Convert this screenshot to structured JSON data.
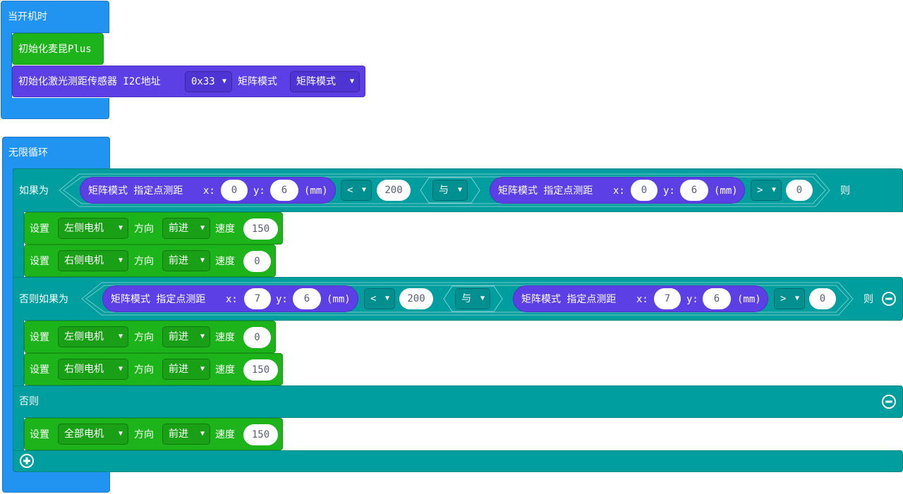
{
  "on_start": {
    "hat_label": "当开机时",
    "init_mqueen_label": "初始化麦昆Plus",
    "init_laser": {
      "label": "初始化激光测距传感器 I2C地址",
      "address": "0x33",
      "mode_label": "矩阵模式",
      "mode_value": "矩阵模式"
    }
  },
  "forever": {
    "hat_label": "无限循环",
    "if_label": "如果为",
    "then_label": "则",
    "elseif_label": "否则如果为",
    "else_label": "否则",
    "and_label": "与",
    "matrix_label": "矩阵模式 指定点测距",
    "x_label": "x:",
    "y_label": "y:",
    "unit_label": "(mm)",
    "set_label": "设置",
    "direction_label": "方向",
    "speed_label": "速度",
    "conditions": {
      "if": {
        "left": {
          "x": "0",
          "y": "6",
          "op": "<",
          "value": "200"
        },
        "right": {
          "x": "0",
          "y": "6",
          "op": ">",
          "value": "0"
        }
      },
      "elseif": {
        "left": {
          "x": "7",
          "y": "6",
          "op": "<",
          "value": "200"
        },
        "right": {
          "x": "7",
          "y": "6",
          "op": ">",
          "value": "0"
        }
      }
    },
    "motor_blocks": [
      {
        "motor": "左侧电机",
        "direction": "前进",
        "speed": "150"
      },
      {
        "motor": "右侧电机",
        "direction": "前进",
        "speed": "0"
      },
      {
        "motor": "左侧电机",
        "direction": "前进",
        "speed": "0"
      },
      {
        "motor": "右侧电机",
        "direction": "前进",
        "speed": "150"
      },
      {
        "motor": "全部电机",
        "direction": "前进",
        "speed": "150"
      }
    ]
  },
  "icons": {
    "dropdown_arrow": "dropdown-arrow-icon",
    "remove": "minus-circle-icon",
    "add": "plus-circle-icon"
  },
  "colors": {
    "event": "#2193f0",
    "motor": "#1db31a",
    "sensor": "#5c40e6",
    "logic": "#009e9e"
  }
}
